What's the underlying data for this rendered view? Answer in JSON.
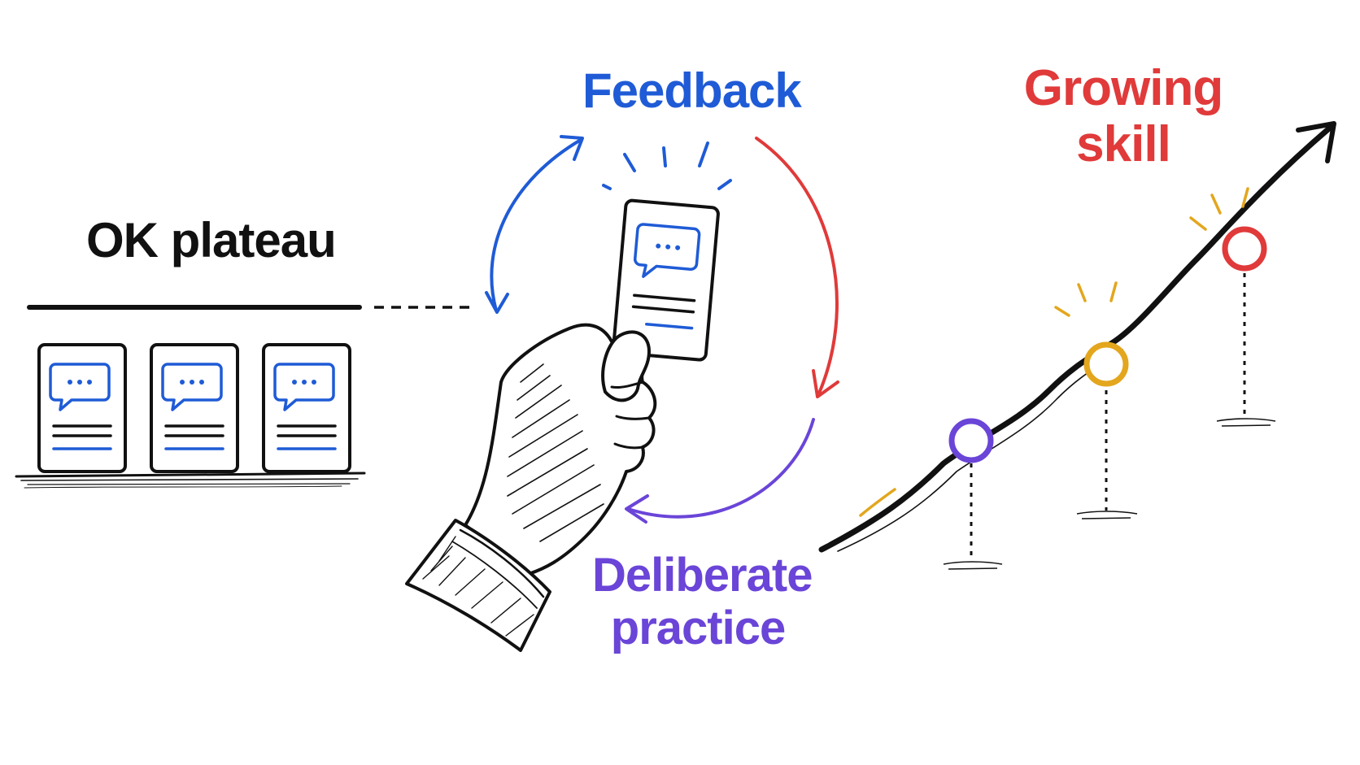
{
  "labels": {
    "plateau": "OK plateau",
    "feedback": "Feedback",
    "growing_line1": "Growing",
    "growing_line2": "skill",
    "practice_line1": "Deliberate",
    "practice_line2": "practice"
  },
  "colors": {
    "ink": "#111111",
    "feedback_blue": "#1f5bd6",
    "growing_red": "#e03a3a",
    "practice_purple": "#6a45d8",
    "milestone_gold": "#e3a61d",
    "milestone_purple": "#6a45d8",
    "milestone_red": "#e03a3a"
  },
  "icons": {
    "plateau_cards": [
      "chat-card-icon",
      "chat-card-icon",
      "chat-card-icon"
    ],
    "held_card": "chat-card-icon",
    "hand": "hand-icon",
    "growth_arrow": "arrow-up-right-icon"
  }
}
